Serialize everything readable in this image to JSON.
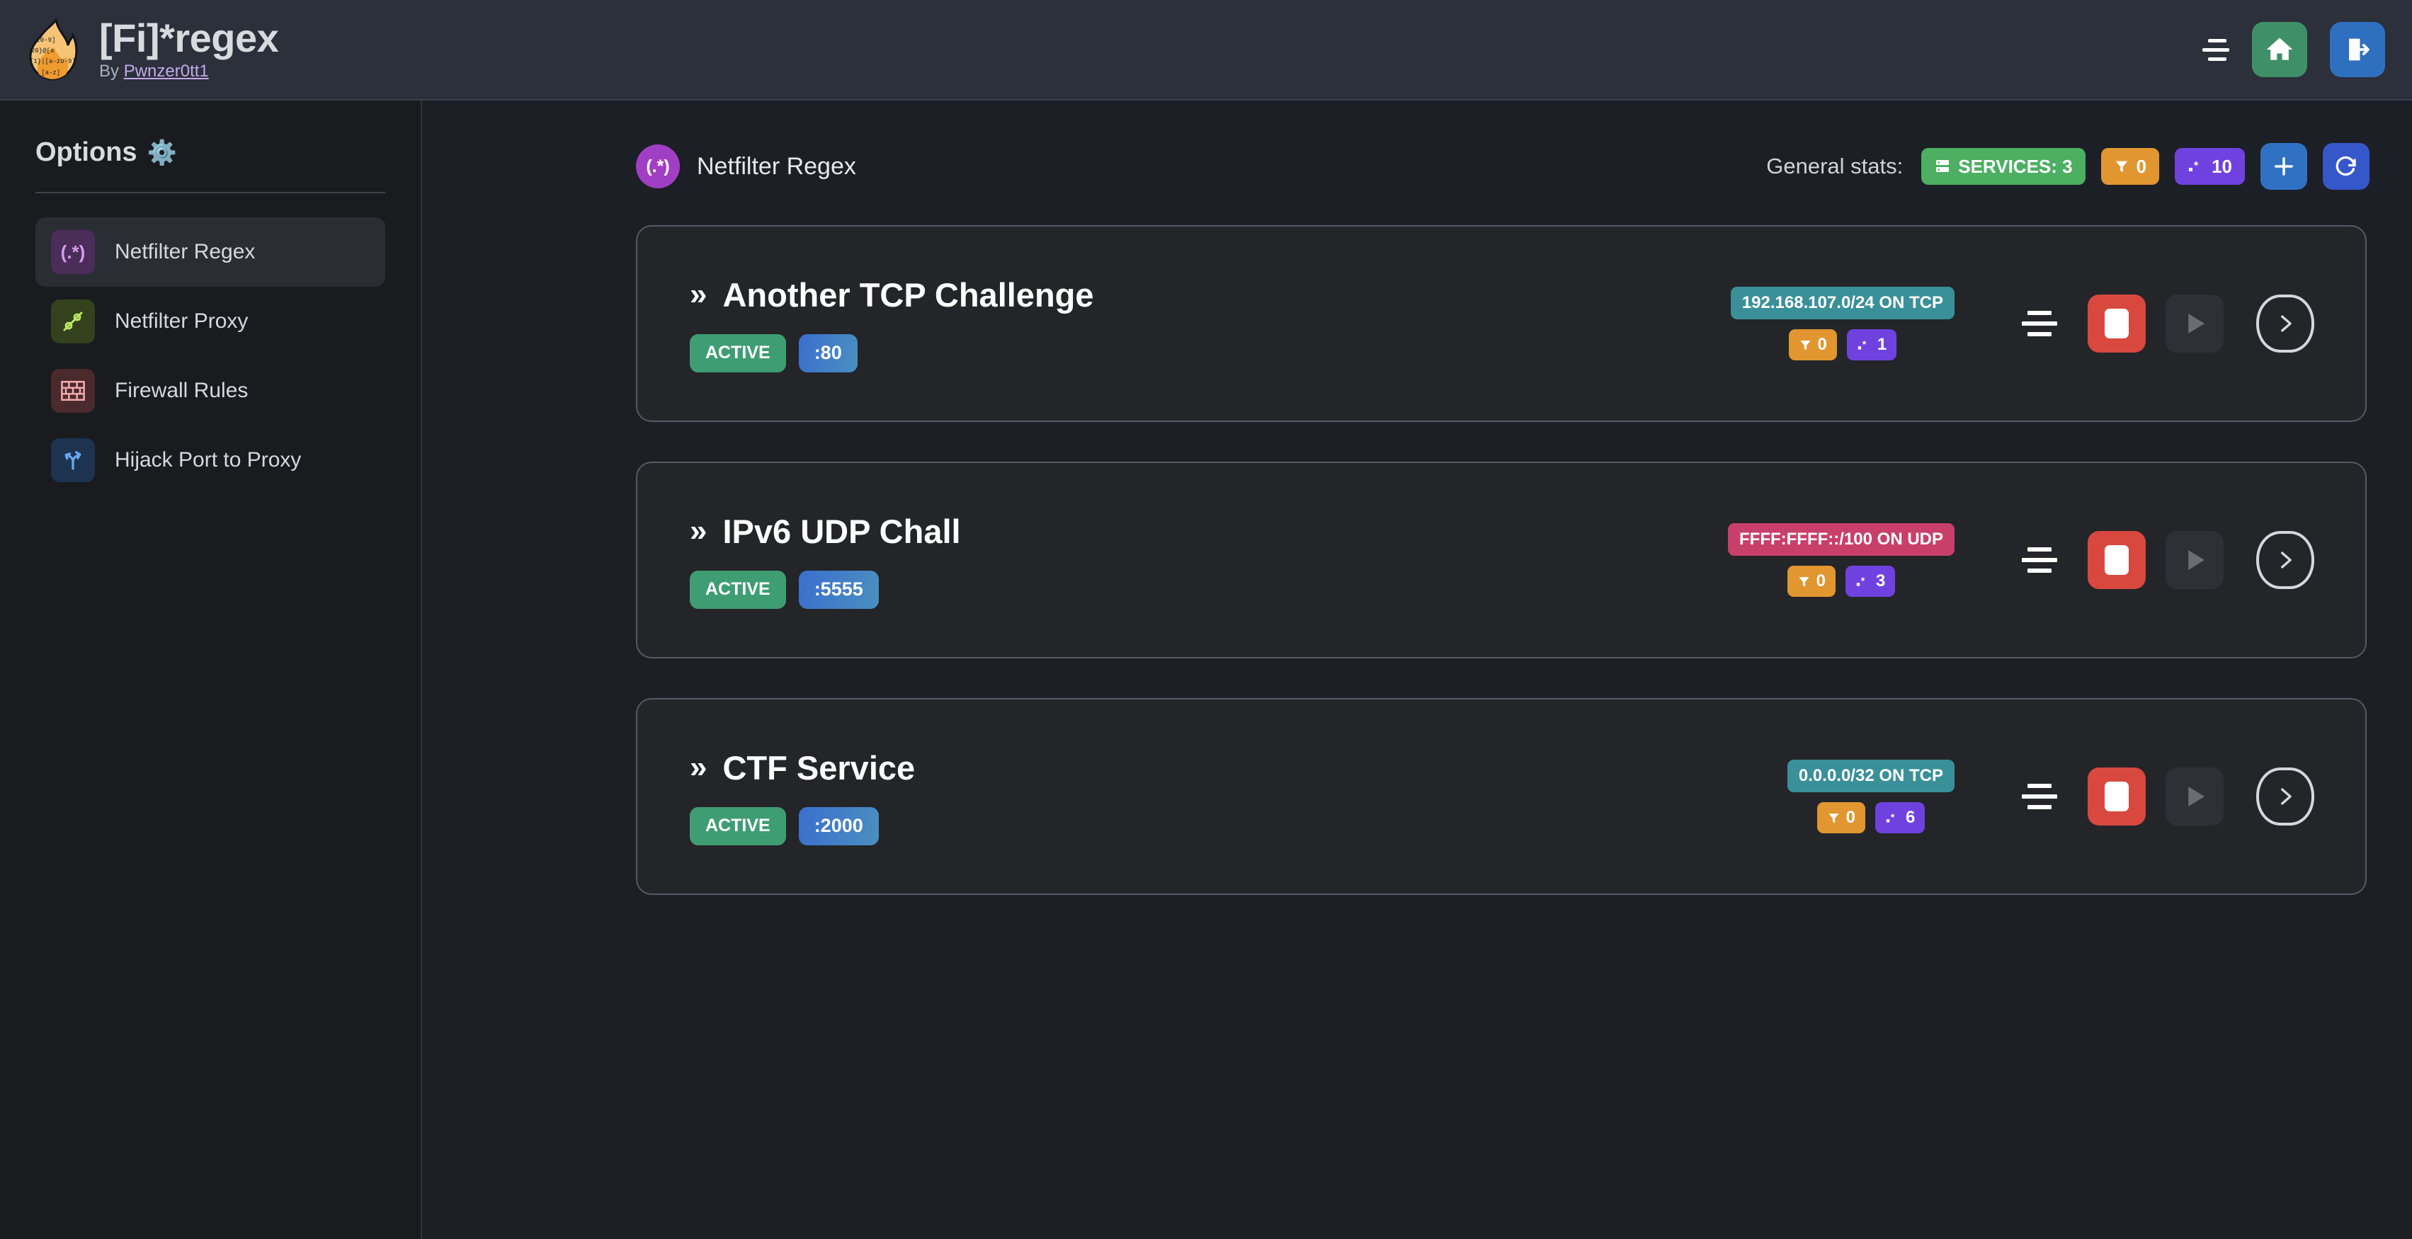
{
  "header": {
    "logo_icon": "flame-regex-logo",
    "title": "[Fi]*regex",
    "by_prefix": "By ",
    "author": "Pwnzer0tt1",
    "menu_icon": "hamburger-menu-icon",
    "home_icon": "home-icon",
    "logout_icon": "logout-icon"
  },
  "sidebar": {
    "title": "Options",
    "gear_icon": "gear-icon",
    "items": [
      {
        "label": "Netfilter Regex",
        "icon": "regex-icon",
        "glyph": "(.*)",
        "active": true
      },
      {
        "label": "Netfilter Proxy",
        "icon": "plug-icon",
        "glyph": "",
        "active": false
      },
      {
        "label": "Firewall Rules",
        "icon": "brick-wall-icon",
        "glyph": "",
        "active": false
      },
      {
        "label": "Hijack Port to Proxy",
        "icon": "fork-arrow-icon",
        "glyph": "",
        "active": false
      }
    ]
  },
  "main": {
    "page_icon": "regex-circle-icon",
    "page_icon_glyph": "(.*)",
    "page_title": "Netfilter Regex",
    "stats_label": "General stats:",
    "stats": [
      {
        "name": "services-badge",
        "icon": "server-icon",
        "label": "SERVICES: 3"
      },
      {
        "name": "filters-badge",
        "icon": "filter-icon",
        "label": "0"
      },
      {
        "name": "regex-badge",
        "icon": "regex-dot-star-icon",
        "label": "10"
      }
    ],
    "add_button_icon": "plus-icon",
    "refresh_button_icon": "refresh-icon",
    "services": [
      {
        "chevrons": "»",
        "name": "Another TCP Challenge",
        "status": "ACTIVE",
        "port": ":80",
        "network": "192.168.107.0/24 ON TCP",
        "network_proto": "tcp",
        "filters": "0",
        "regexes": "1",
        "menu_icon": "align-justify-icon",
        "stop_icon": "stop-icon",
        "play_icon": "play-icon",
        "details_icon": "chevron-right-icon"
      },
      {
        "chevrons": "»",
        "name": "IPv6 UDP Chall",
        "status": "ACTIVE",
        "port": ":5555",
        "network": "FFFF:FFFF::/100 ON UDP",
        "network_proto": "udp",
        "filters": "0",
        "regexes": "3",
        "menu_icon": "align-justify-icon",
        "stop_icon": "stop-icon",
        "play_icon": "play-icon",
        "details_icon": "chevron-right-icon"
      },
      {
        "chevrons": "»",
        "name": "CTF Service",
        "status": "ACTIVE",
        "port": ":2000",
        "network": "0.0.0.0/32 ON TCP",
        "network_proto": "tcp",
        "filters": "0",
        "regexes": "6",
        "menu_icon": "align-justify-icon",
        "stop_icon": "stop-icon",
        "play_icon": "play-icon",
        "details_icon": "chevron-right-icon"
      }
    ]
  },
  "colors": {
    "header_bg": "#2b303b",
    "page_bg": "#1c1f25",
    "sidebar_bg": "#191b1f",
    "card_bg": "#232529",
    "card_border": "#555a63",
    "green": "#4caf62",
    "orange": "#e19630",
    "purple": "#6f42e0",
    "blue": "#3071c4",
    "red": "#d8483f",
    "teal": "#3a9099",
    "pink": "#c93f6b",
    "active_green": "#3f9d73"
  }
}
